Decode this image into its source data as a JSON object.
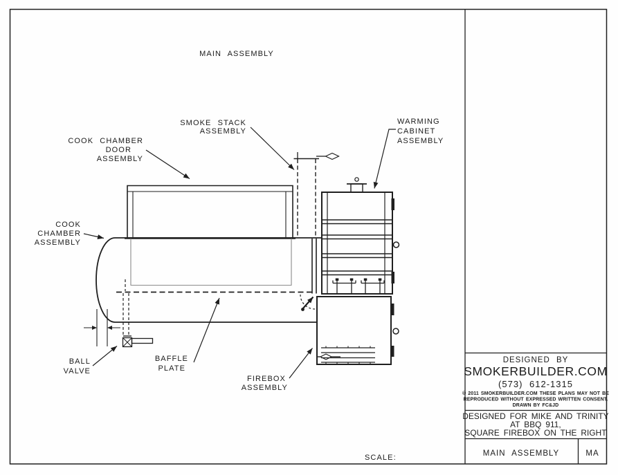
{
  "colors": {
    "ink": "#1f1f1f",
    "paper": "#fefefe"
  },
  "drawing": {
    "title": "MAIN ASSEMBLY",
    "scale_label": "SCALE:",
    "labels": {
      "cook_chamber_door": [
        "COOK CHAMBER",
        "DOOR",
        "ASSEMBLY"
      ],
      "smoke_stack": [
        "SMOKE STACK",
        "ASSEMBLY"
      ],
      "warming_cabinet": [
        "WARMING",
        "CABINET",
        "ASSEMBLY"
      ],
      "cook_chamber": [
        "COOK",
        "CHAMBER",
        "ASSEMBLY"
      ],
      "ball_valve": [
        "BALL",
        "VALVE"
      ],
      "baffle_plate": [
        "BAFFLE",
        "PLATE"
      ],
      "firebox": [
        "FIREBOX",
        "ASSEMBLY"
      ]
    }
  },
  "title_block": {
    "designed_by": "DESIGNED BY",
    "company": "SMOKERBUILDER.COM",
    "phone": "(573) 612-1315",
    "copyright_lines": [
      "© 2011 SMOKERBUILDER.COM THESE PLANS MAY NOT BE",
      "REPRODUCED WITHOUT EXPRESSED WRITTEN CONSENT.",
      "DRAWN BY FC&JD"
    ],
    "designed_for_lines": [
      "DESIGNED FOR MIKE AND TRINITY",
      "AT BBQ 911,",
      "SQUARE FIREBOX ON THE RIGHT"
    ],
    "sheet_title": "MAIN ASSEMBLY",
    "sheet_code": "MA"
  }
}
